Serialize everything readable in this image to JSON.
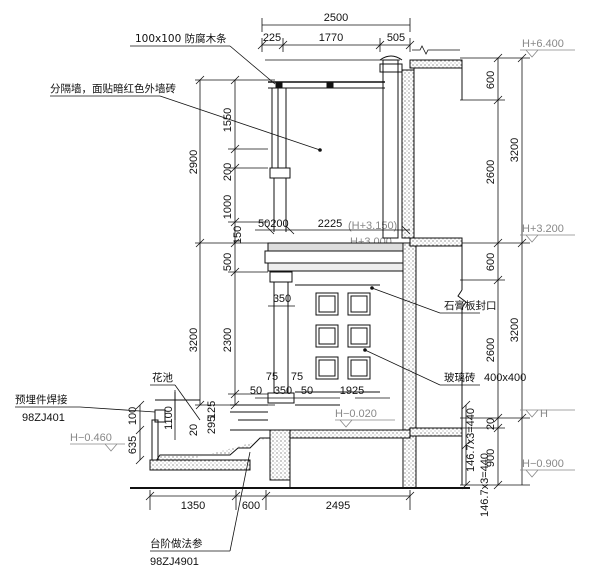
{
  "drawing": {
    "dims_top": {
      "total": "2500",
      "d225": "225",
      "d1770": "1770",
      "d505": "505"
    },
    "dims_left_outer": {
      "d2900": "2900",
      "d3200": "3200"
    },
    "dims_left_inner": {
      "d1550": "1550",
      "d200": "200",
      "d1000": "1000",
      "d150": "150",
      "d500": "500",
      "d2300": "2300",
      "d125": "125",
      "d20": "20",
      "d295": "295"
    },
    "dims_right_inner": {
      "d600a": "600",
      "d2600a": "2600",
      "d600b": "600",
      "d2600b": "2600",
      "d20": "20",
      "d900": "900",
      "stair1": "146.7x3=440",
      "stair2": "146.7x3=440"
    },
    "dims_right_outer": {
      "d3200a": "3200",
      "d3200b": "3200"
    },
    "dims_mid": {
      "d50200": "50200",
      "d2225": "2225",
      "d350": "350",
      "d75a": "75",
      "d75b": "75",
      "d50a": "50",
      "d350b": "350",
      "d50b": "50",
      "d1925": "1925"
    },
    "dims_bottom": {
      "d1350": "1350",
      "d600": "600",
      "d2495": "2495"
    },
    "dims_small_left": {
      "d635": "635",
      "d100": "100",
      "d1100": "1100"
    },
    "levels": {
      "h6400": "H+6.400",
      "h3200": "H+3.200",
      "h3150": "(H+3.150)",
      "h3000": "H+3.000",
      "hm020": "H−0.020",
      "h": "H",
      "hm460": "H−0.460",
      "hm900": "H−0.900"
    },
    "annotations": {
      "wood_strip": "100x100  防腐木条",
      "partition_wall": "分隔墙，面贴暗红色外墙砖",
      "stone_seal": "石膏板封口",
      "glass_brick": "玻璃砖",
      "glass_size": "400x400",
      "flower_bed": "花池",
      "embedded_weld": "预埋件焊接",
      "ref_401": "98ZJ401",
      "step_ref": "台阶做法参",
      "ref_4901": "98ZJ4901"
    }
  }
}
